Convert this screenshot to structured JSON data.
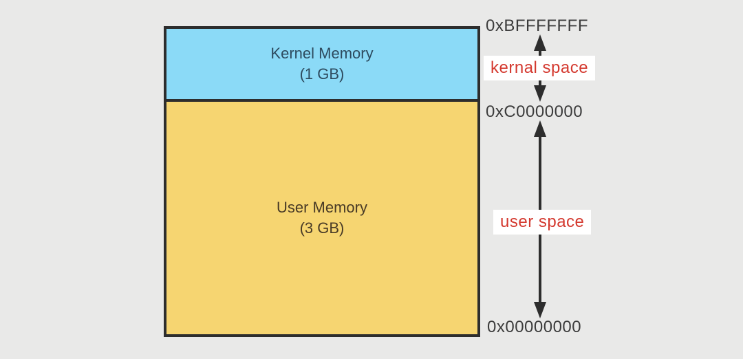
{
  "memory_box": {
    "kernel": {
      "name": "Kernel Memory",
      "size": "(1 GB)"
    },
    "user": {
      "name": "User Memory",
      "size": "(3 GB)"
    }
  },
  "addresses": {
    "top": "0xBFFFFFFF",
    "kernel_user_boundary": "0xC0000000",
    "bottom": "0x00000000"
  },
  "space_labels": {
    "kernel": "kernal space",
    "user": "user space"
  },
  "colors": {
    "background": "#e9e9e8",
    "border": "#2d2d2d",
    "kernel_fill": "#8bdaf7",
    "user_fill": "#f6d571",
    "kernel_text": "#2d4a5e",
    "user_text": "#483a26",
    "address_text": "#3c3c3c",
    "label_red": "#d4392f",
    "label_bg": "#ffffff"
  }
}
